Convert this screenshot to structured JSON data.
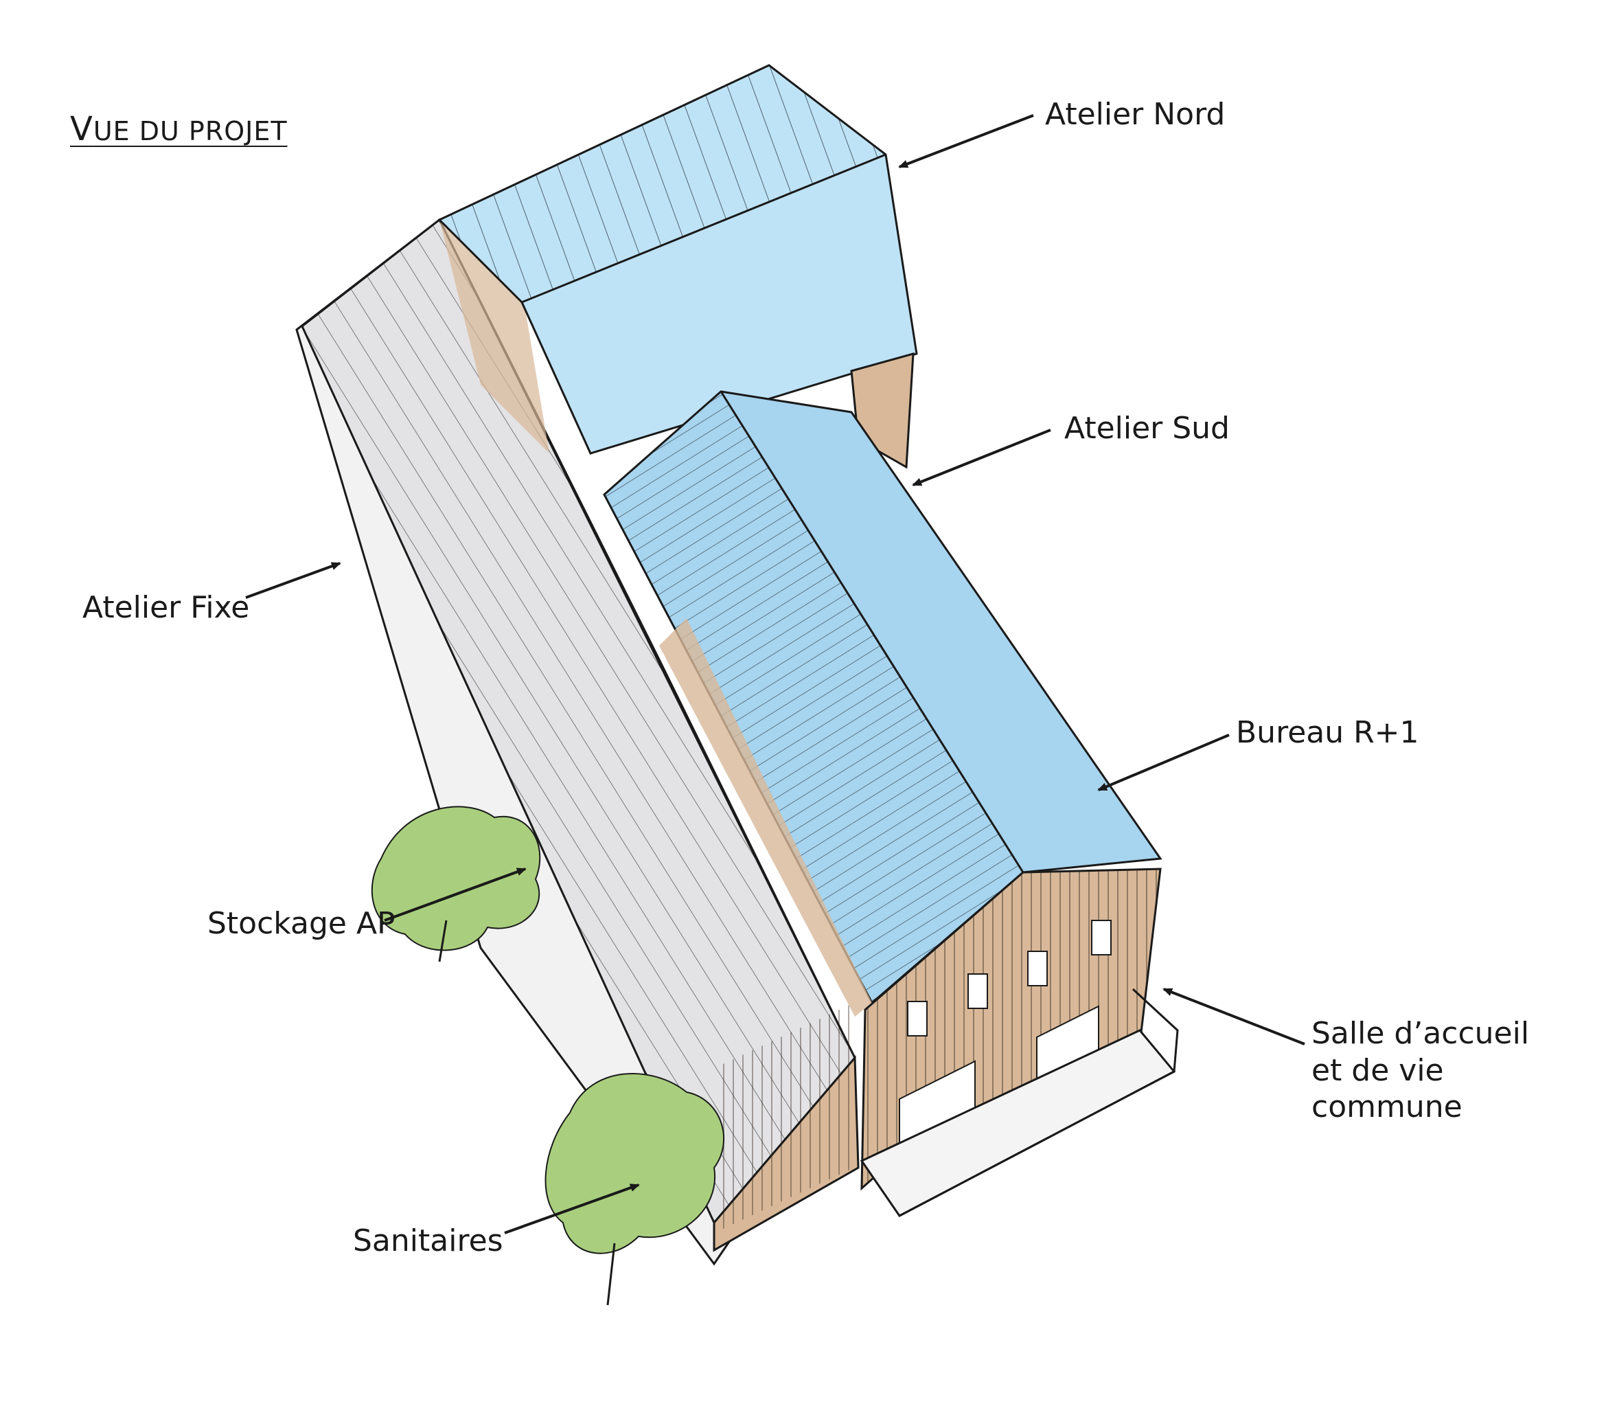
{
  "title": {
    "first_letter": "V",
    "rest": "UE DU PROJET"
  },
  "labels": {
    "atelier_nord": "Atelier Nord",
    "atelier_sud": "Atelier Sud",
    "atelier_fixe": "Atelier Fixe",
    "bureau": "Bureau R+1",
    "stockage": "Stockage AP",
    "salle_line1": "Salle d’accueil",
    "salle_line2": "et de vie",
    "salle_line3": "commune",
    "sanitaires": "Sanitaires"
  },
  "colors": {
    "roof_blue": "#bfe3f6",
    "roof_blue_dark": "#a7d4ee",
    "roof_grey": "#e3e3e5",
    "wall_wood": "#d8b898",
    "tree_green": "#a9cf7e",
    "ink": "#1a1a1a"
  }
}
